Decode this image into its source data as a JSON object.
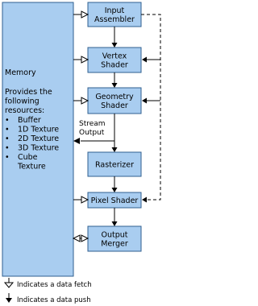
{
  "colors": {
    "box_fill": "#a9cdf0",
    "box_stroke": "#2f5f8f",
    "arrow": "#000000"
  },
  "memory": {
    "title": "Memory",
    "description": [
      "Provides the",
      "following",
      "resources:"
    ],
    "resources": [
      {
        "bullet": "•",
        "lines": [
          "Buffer"
        ]
      },
      {
        "bullet": "•",
        "lines": [
          "1D Texture"
        ]
      },
      {
        "bullet": "•",
        "lines": [
          "2D Texture"
        ]
      },
      {
        "bullet": "•",
        "lines": [
          "3D Texture"
        ]
      },
      {
        "bullet": "•",
        "lines": [
          "Cube",
          "Texture"
        ]
      }
    ]
  },
  "stages": [
    {
      "name": "input-assembler",
      "lines": [
        "Input",
        "Assembler"
      ]
    },
    {
      "name": "vertex-shader",
      "lines": [
        "Vertex",
        "Shader"
      ]
    },
    {
      "name": "geometry-shader",
      "lines": [
        "Geometry",
        "Shader"
      ]
    },
    {
      "name": "rasterizer",
      "lines": [
        "Rasterizer"
      ]
    },
    {
      "name": "pixel-shader",
      "lines": [
        "Pixel Shader"
      ]
    },
    {
      "name": "output-merger",
      "lines": [
        "Output",
        "Merger"
      ]
    }
  ],
  "stream_output": [
    "Stream",
    "Output"
  ],
  "legend": {
    "fetch": "Indicates a data fetch",
    "push": "Indicates a data push"
  }
}
